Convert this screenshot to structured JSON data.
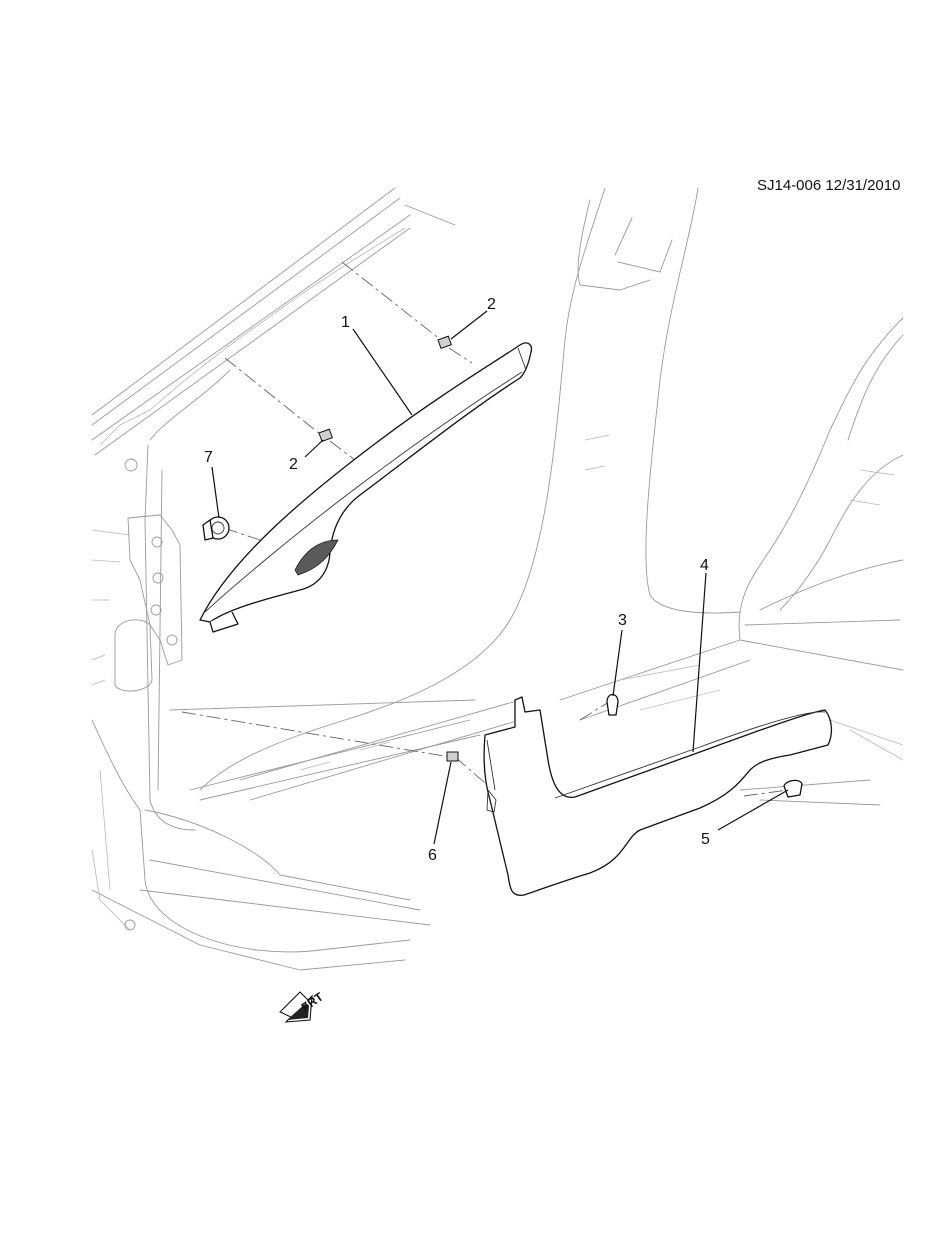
{
  "figure": {
    "reference_code": "SJ14-006 12/31/2010",
    "direction_marker": "FRT"
  },
  "callouts": [
    {
      "id": "callout-1",
      "label": "1"
    },
    {
      "id": "callout-2a",
      "label": "2"
    },
    {
      "id": "callout-2b",
      "label": "2"
    },
    {
      "id": "callout-3",
      "label": "3"
    },
    {
      "id": "callout-4",
      "label": "4"
    },
    {
      "id": "callout-5",
      "label": "5"
    },
    {
      "id": "callout-6",
      "label": "6"
    },
    {
      "id": "callout-7",
      "label": "7"
    }
  ]
}
